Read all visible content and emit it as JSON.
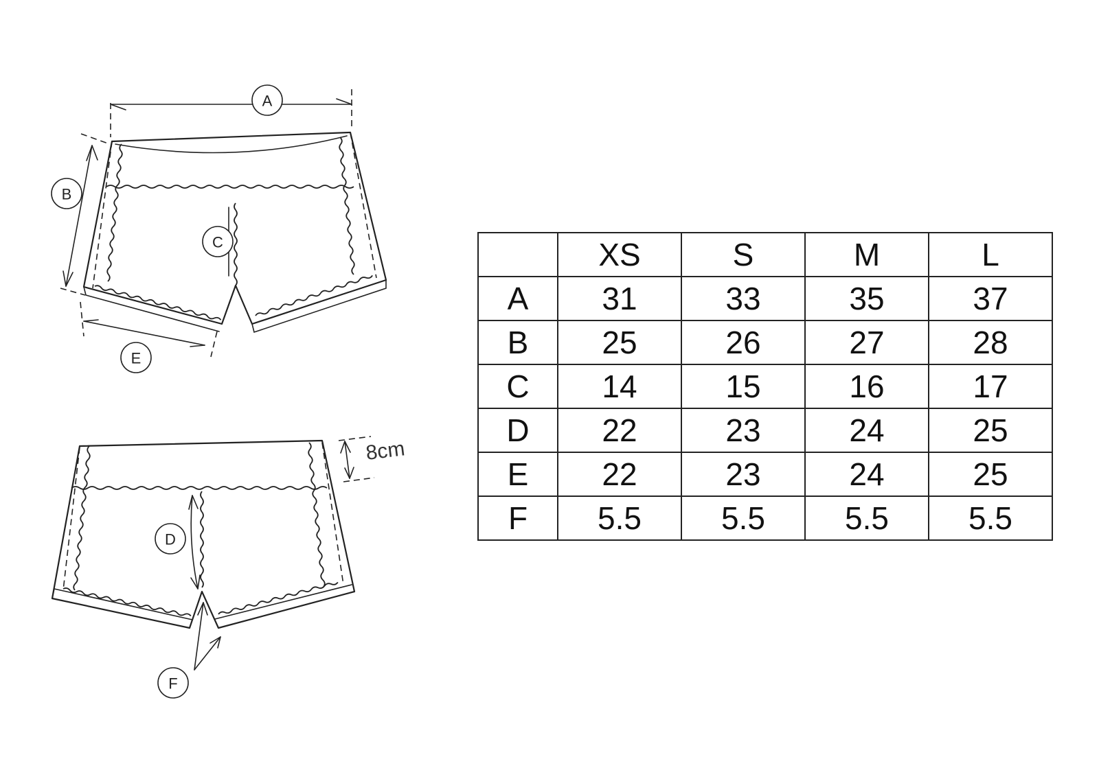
{
  "callouts": {
    "a": "A",
    "b": "B",
    "c": "C",
    "d": "D",
    "e": "E",
    "f": "F"
  },
  "waistband_height": "8cm",
  "size_table": {
    "headers": [
      "",
      "XS",
      "S",
      "M",
      "L"
    ],
    "rows": [
      {
        "label": "A",
        "values": [
          "31",
          "33",
          "35",
          "37"
        ]
      },
      {
        "label": "B",
        "values": [
          "25",
          "26",
          "27",
          "28"
        ]
      },
      {
        "label": "C",
        "values": [
          "14",
          "15",
          "16",
          "17"
        ]
      },
      {
        "label": "D",
        "values": [
          "22",
          "23",
          "24",
          "25"
        ]
      },
      {
        "label": "E",
        "values": [
          "22",
          "23",
          "24",
          "25"
        ]
      },
      {
        "label": "F",
        "values": [
          "5.5",
          "5.5",
          "5.5",
          "5.5"
        ]
      }
    ]
  },
  "colors": {
    "line": "#222222",
    "background": "#ffffff"
  }
}
